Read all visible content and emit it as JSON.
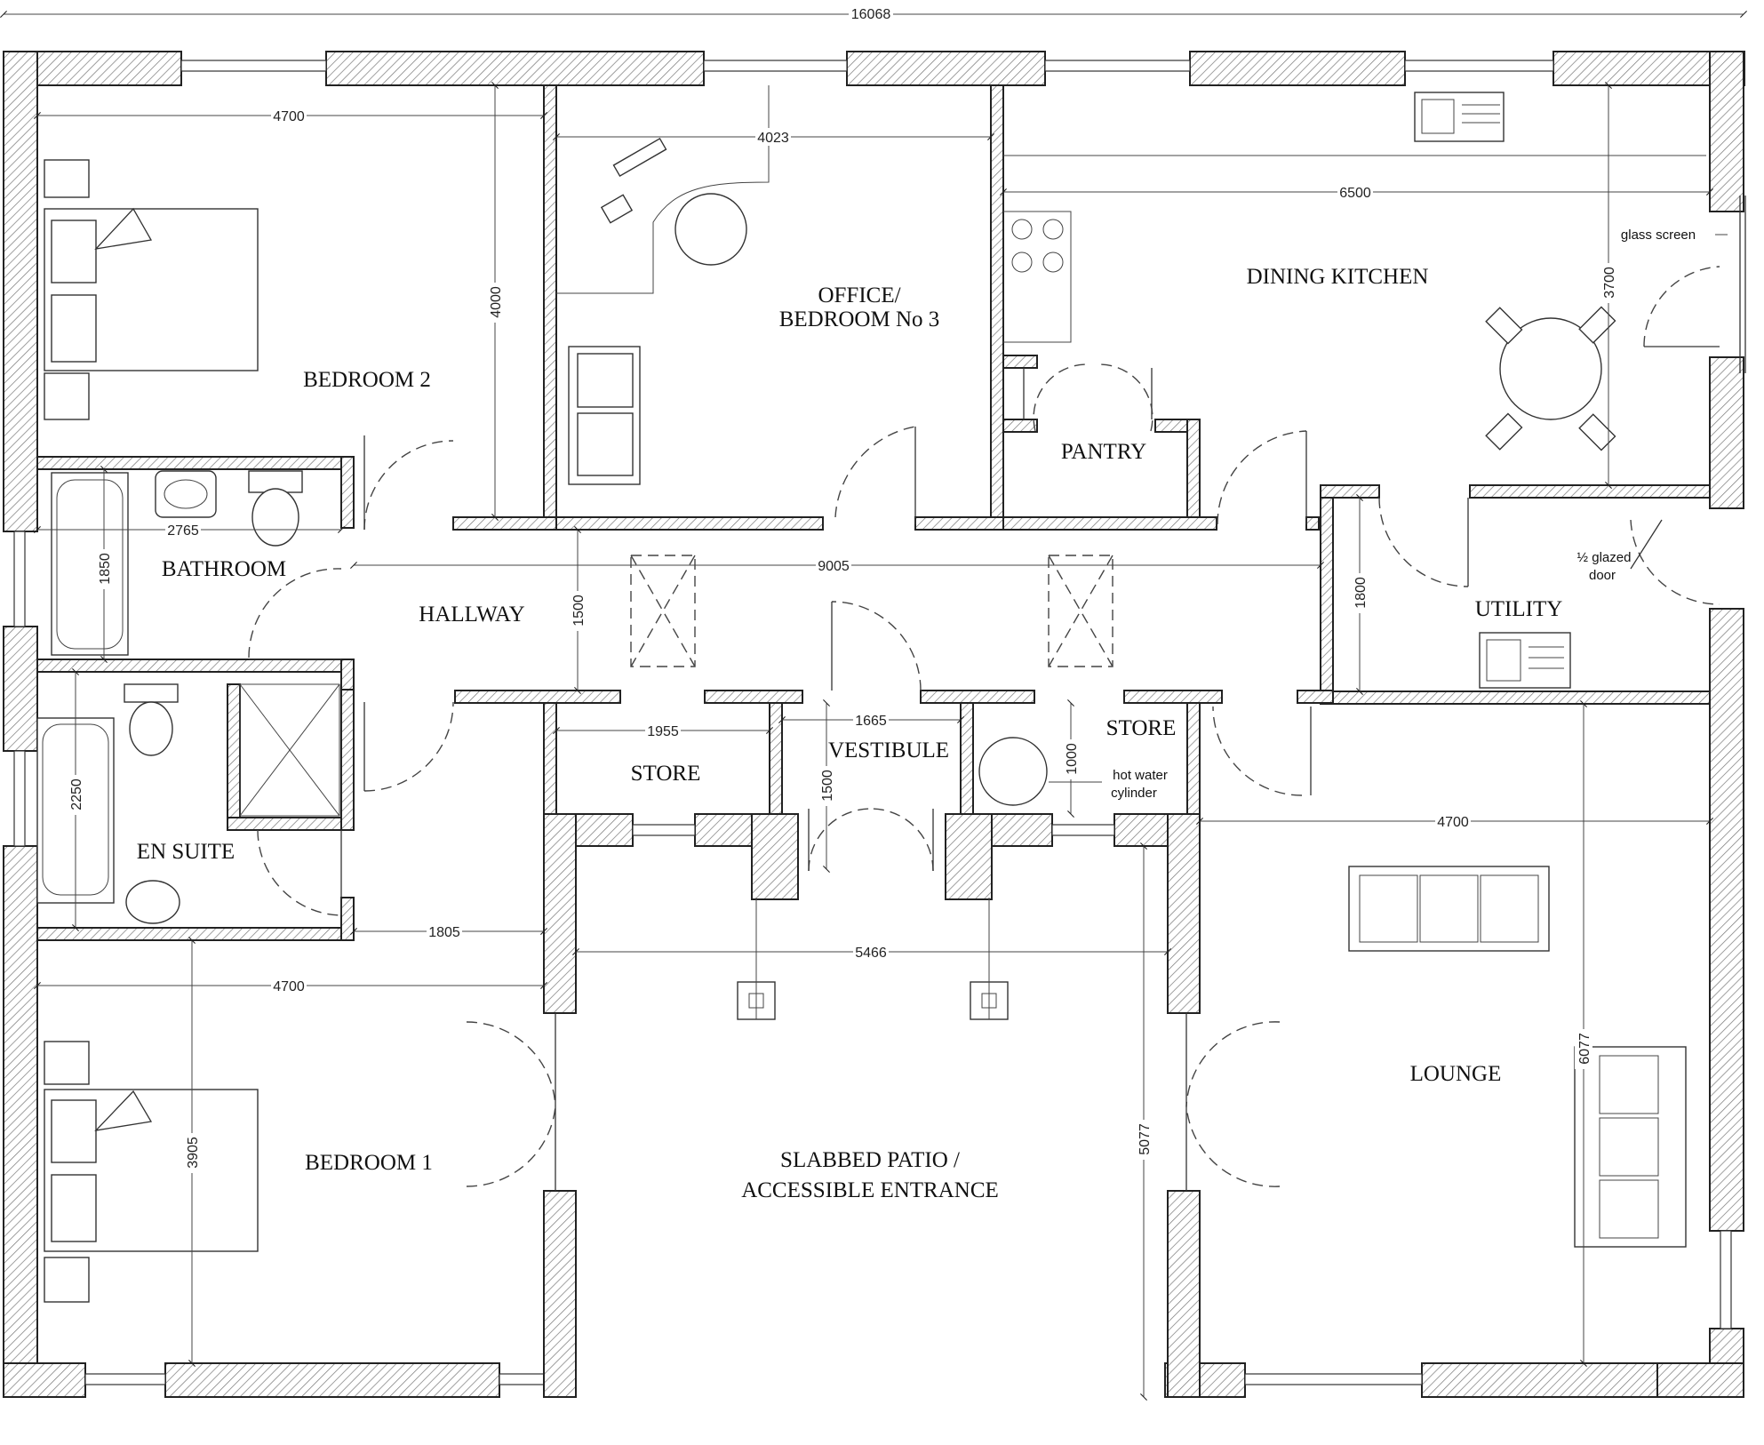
{
  "overall_dimension": "16068",
  "rooms": {
    "bedroom2": "BEDROOM 2",
    "office_line1": "OFFICE/",
    "office_line2": "BEDROOM No 3",
    "dining_kitchen": "DINING KITCHEN",
    "pantry": "PANTRY",
    "bathroom": "BATHROOM",
    "hallway": "HALLWAY",
    "utility": "UTILITY",
    "store_left": "STORE",
    "vestibule": "VESTIBULE",
    "store_right": "STORE",
    "en_suite": "EN SUITE",
    "lounge": "LOUNGE",
    "bedroom1": "BEDROOM 1",
    "patio_line1": "SLABBED PATIO /",
    "patio_line2": "ACCESSIBLE ENTRANCE"
  },
  "notes": {
    "glass_screen": "glass screen",
    "glazed_half": "½ glazed",
    "glazed_door": "door",
    "hot_water": "hot water",
    "cylinder": "cylinder"
  },
  "dimensions": {
    "bedroom2_width": "4700",
    "bedroom2_depth": "4000",
    "office_width": "4023",
    "kitchen_width": "6500",
    "kitchen_depth": "3700",
    "bathroom_width": "2765",
    "bathroom_depth": "1850",
    "hallway_length": "9005",
    "hallway_width": "1500",
    "utility_depth": "1800",
    "store_width": "1955",
    "vestibule_width": "1665",
    "vestibule_depth": "1500",
    "store_depth": "1000",
    "lounge_width": "4700",
    "ensuite_depth": "2250",
    "ensuite_gap": "1805",
    "patio_width": "5466",
    "bedroom1_width": "4700",
    "bedroom1_depth": "3905",
    "patio_depth": "5077",
    "lounge_depth": "6077"
  }
}
